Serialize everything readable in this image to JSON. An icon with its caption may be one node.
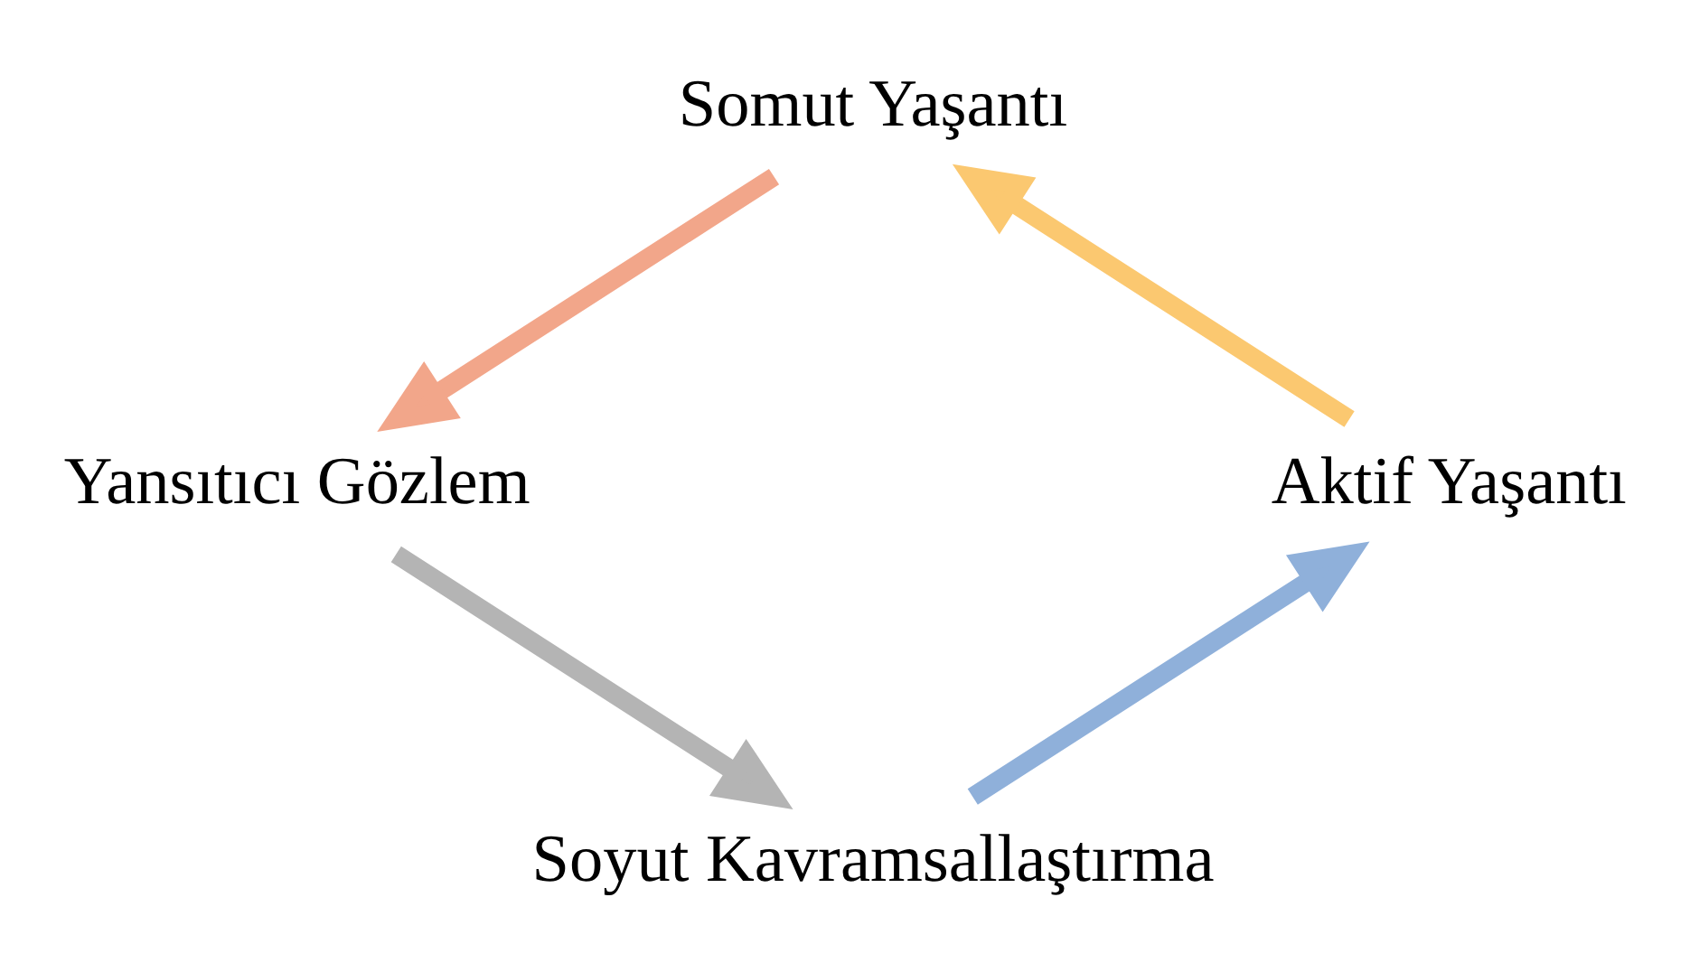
{
  "diagram": {
    "nodes": [
      {
        "text": [
          "Somut Yaşantı"
        ]
      },
      {
        "text": [
          "Yansıtıcı Gözlem"
        ]
      },
      {
        "text": [
          "Soyut Kavramsallaştırma"
        ]
      },
      {
        "text": [
          "Aktif Yaşantı"
        ]
      }
    ],
    "edges": [
      {
        "from": 0,
        "to": 1,
        "arrow": "to",
        "color": "#f2a68a"
      },
      {
        "from": 1,
        "to": 2,
        "arrow": "to",
        "color": "#b4b4b4"
      },
      {
        "from": 2,
        "to": 3,
        "arrow": "to",
        "color": "#8fb0da"
      },
      {
        "from": 3,
        "to": 0,
        "arrow": "to",
        "color": "#fbc870"
      }
    ]
  }
}
